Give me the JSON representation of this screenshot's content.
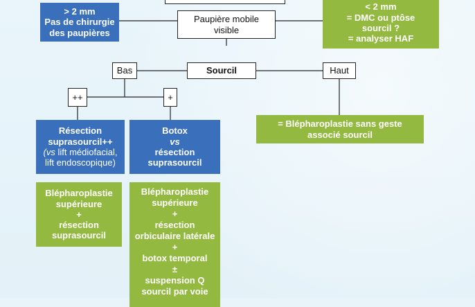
{
  "colors": {
    "blue": "#3a70bb",
    "green": "#93b940",
    "background": "#e8f4f9",
    "line": "#222222"
  },
  "top_left_box": {
    "lines": [
      "> 2 mm",
      "Pas de chirurgie",
      "des paupières"
    ]
  },
  "top_center_box": {
    "lines": [
      "Paupière mobile",
      "visible"
    ]
  },
  "top_right_box": {
    "lines": [
      "< 2 mm",
      "= DMC ou ptôse",
      "sourcil ?",
      "= analyser HAF"
    ]
  },
  "sourcil_row": {
    "bas": "Bas",
    "sourcil": "Sourcil",
    "haut": "Haut"
  },
  "grade_row": {
    "plus_plus": "++",
    "plus": "+"
  },
  "haut_result_box": {
    "lines": [
      "= Blépharoplastie sans geste",
      "associé sourcil"
    ]
  },
  "resection_box": {
    "line1": "Résection",
    "line2": "suprasourcil++",
    "line3_italic": "(vs",
    "line3_rest": " lift médiofacial,",
    "line4": "lift endoscopique)"
  },
  "botox_box": {
    "line1": "Botox",
    "line2_italic": "vs",
    "line3": "résection",
    "line4": "suprasourcil"
  },
  "bleph_left_box": {
    "lines": [
      "Blépharoplastie",
      "supérieure",
      "+",
      "résection",
      "suprasourcil"
    ]
  },
  "bleph_right_box": {
    "lines": [
      "Blépharoplastie",
      "supérieure",
      "+",
      "résection",
      "orbiculaire latérale",
      "+",
      "botox temporal",
      "±",
      "suspension Q",
      "sourcil par voie"
    ]
  }
}
